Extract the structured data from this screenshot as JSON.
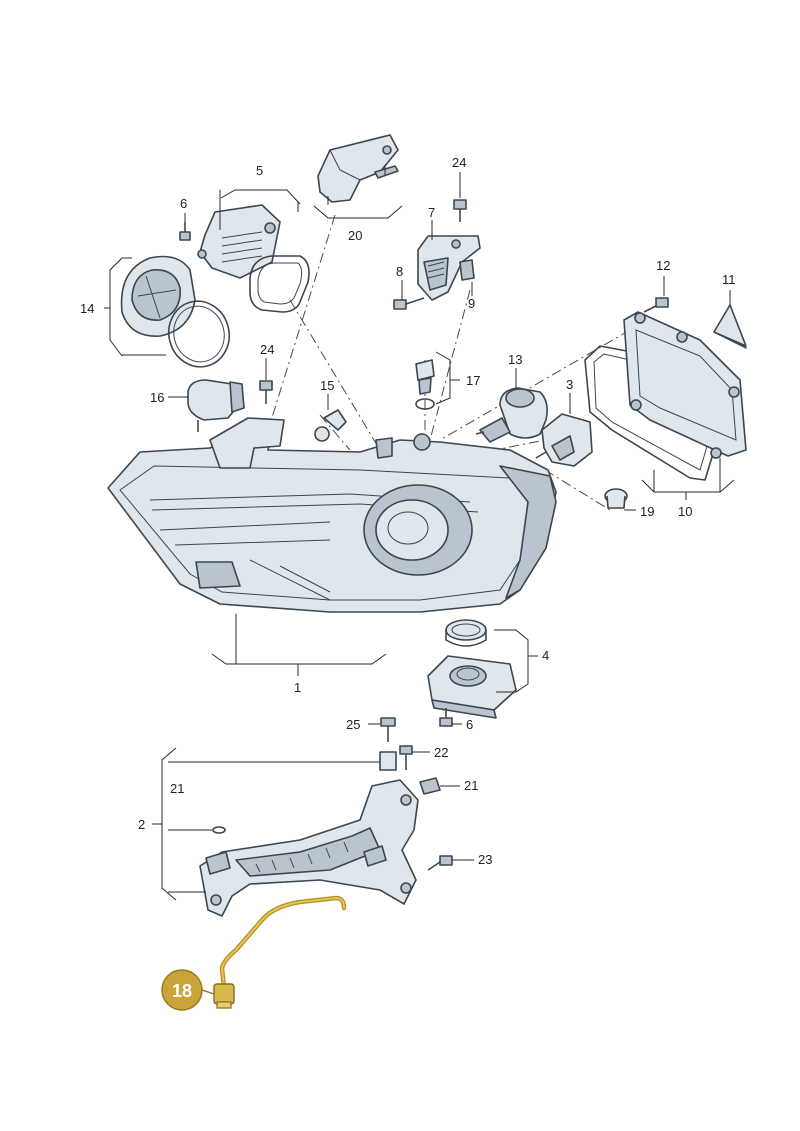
{
  "diagram": {
    "labels": {
      "l1": "1",
      "l2": "2",
      "l3": "3",
      "l4": "4",
      "l5": "5",
      "l6a": "6",
      "l6b": "6",
      "l7": "7",
      "l8": "8",
      "l9": "9",
      "l10": "10",
      "l11": "11",
      "l12": "12",
      "l13": "13",
      "l14": "14",
      "l15": "15",
      "l16": "16",
      "l17": "17",
      "l19": "19",
      "l20": "20",
      "l21a": "21",
      "l21b": "21",
      "l22": "22",
      "l23": "23",
      "l24a": "24",
      "l24b": "24",
      "l25": "25"
    },
    "highlight": {
      "label": "18",
      "color": "#c9a43a"
    }
  }
}
